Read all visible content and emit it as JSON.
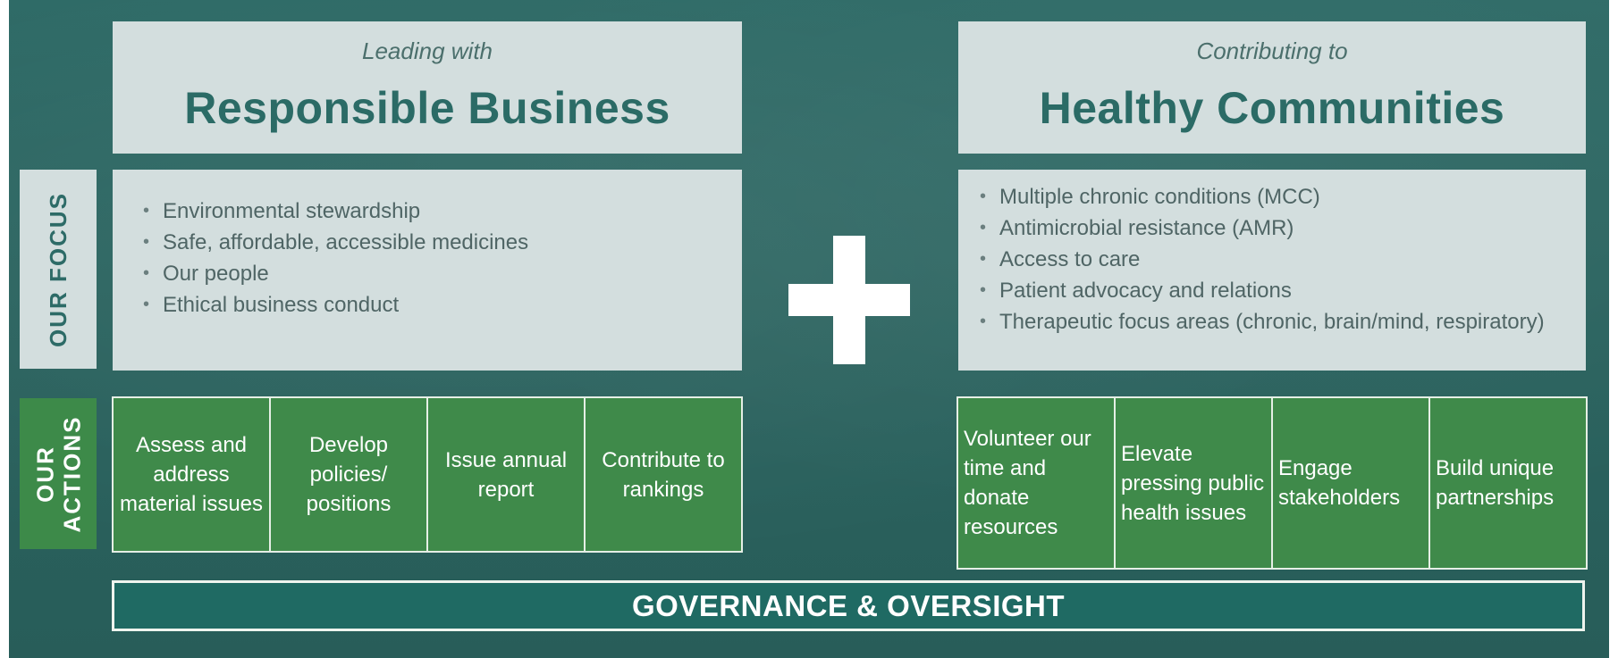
{
  "left": {
    "kicker": "Leading with",
    "title": "Responsible Business",
    "focus": [
      "Environmental stewardship",
      "Safe, affordable, accessible medicines",
      "Our people",
      "Ethical business conduct"
    ],
    "actions": [
      "Assess and address material issues",
      "Develop policies/ positions",
      "Issue annual report",
      "Contribute to rankings"
    ]
  },
  "right": {
    "kicker": "Contributing to",
    "title": "Healthy Communities",
    "focus": [
      "Multiple chronic conditions (MCC)",
      "Antimicrobial resistance (AMR)",
      "Access to care",
      "Patient advocacy  and relations",
      "Therapeutic focus areas (chronic, brain/mind, respiratory)"
    ],
    "actions": [
      "Volunteer our time and donate resources",
      "Elevate pressing public health issues",
      "Engage stakeholders",
      "Build unique partnerships"
    ]
  },
  "labels": {
    "focus": "OUR FOCUS",
    "actions": "OUR ACTIONS"
  },
  "governance": "GOVERNANCE & OVERSIGHT",
  "colors": {
    "background": "#2a625e",
    "pale_panel": "#d3dede",
    "title_teal": "#2b6b66",
    "action_green": "#3f8a4a",
    "governance_fill": "#1f6a63"
  }
}
